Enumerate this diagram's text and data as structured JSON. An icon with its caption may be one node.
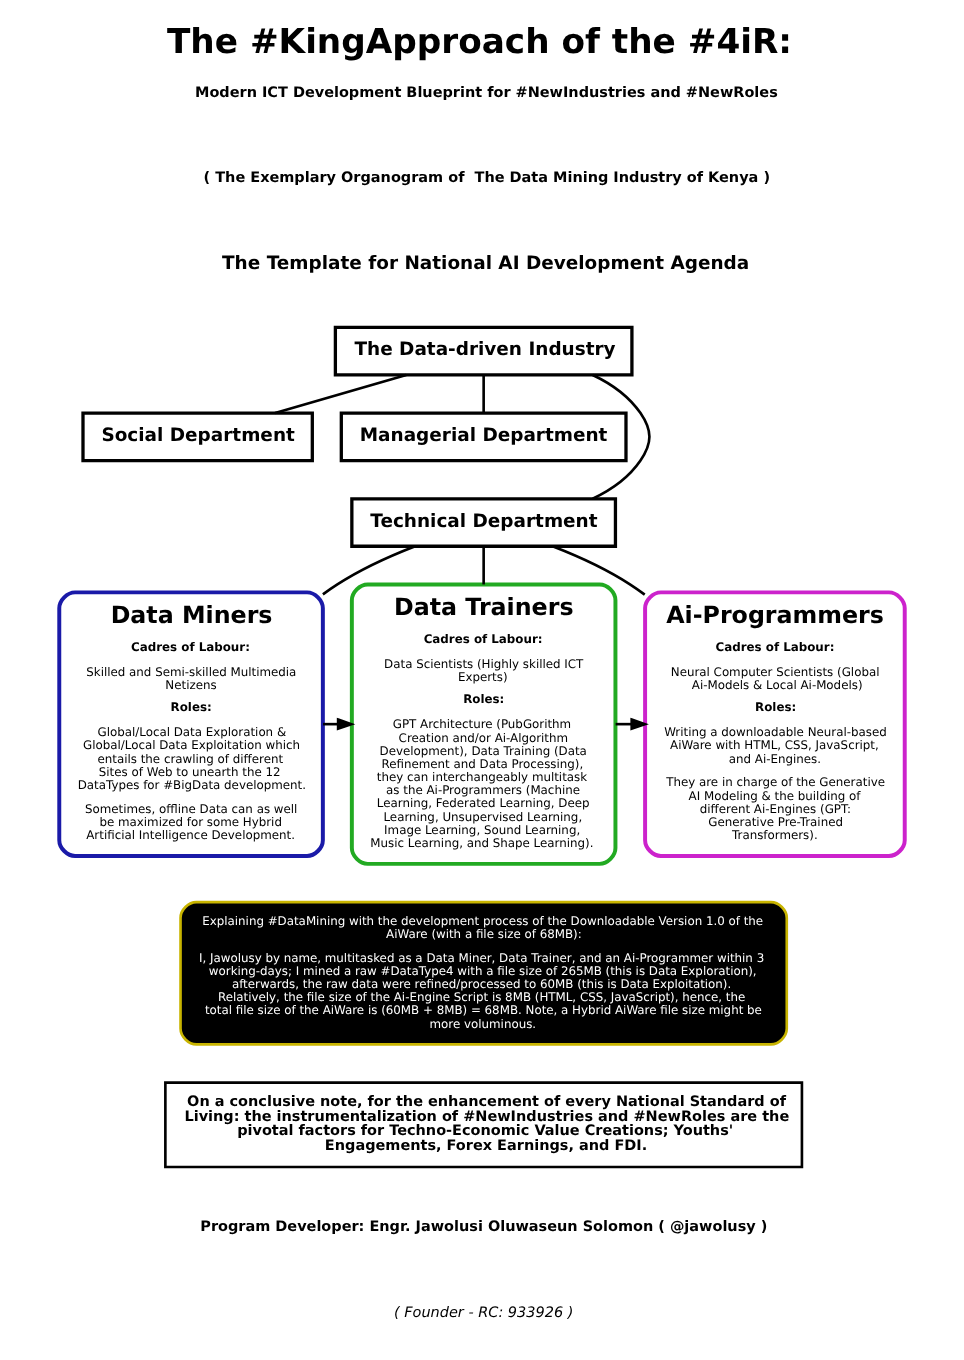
{
  "diagram": {
    "title": "The #KingApproach of the #4iR:",
    "nodes": [
      {
        "text": [
          "The Data-driven Industry"
        ]
      },
      {
        "text": [
          "Social Department"
        ]
      },
      {
        "text": [
          "Managerial Department"
        ]
      },
      {
        "text": [
          "Technical Department"
        ]
      },
      {
        "text": [
          "Data Miners",
          "Cadres of Labour:",
          "Skilled and Semi-skilled Multimedia Netizens",
          "Roles:",
          "Global/Local Data Exploration & Global/Local Data Exploitation which entails the crawling of different Sites of Web to unearth the 12 DataTypes for #BigData development.",
          "Sometimes, offline Data can as well be maximized for some Hybrid Artificial Intelligence Development."
        ]
      },
      {
        "text": [
          "Data Trainers",
          "Cadres of Labour:",
          "Data Scientists (Highly skilled ICT Experts)",
          "Roles:",
          "GPT Architecture (PubGorithm Creation and/or Ai-Algorithm Development), Data Training (Data Refinement and Data Processing), they can interchangeably multitask as the Ai-Programmers (Machine Learning, Federated Learning, Deep Learning, Unsupervised Learning, Image Learning, Sound Learning, Music Learning, and Shape Learning)."
        ]
      },
      {
        "text": [
          "Ai-Programmers",
          "Cadres of Labour:",
          "Neural Computer Scientists (Global Ai-Models & Local Ai-Models)",
          "Roles:",
          "Writing a downloadable Neural-based AiWare with HTML, CSS, JavaScript, and Ai-Engines.",
          "They are in charge of the Generative AI Modeling & the building of different Ai-Engines (GPT: Generative Pre-Trained Transformers)."
        ]
      },
      {
        "text": [
          "Explaining #DataMining with the development process of the Downloadable Version 1.0 of the AiWare (with a file size of 68MB):",
          "I, Jawolusy by name, multitasked as a Data Miner, Data Trainer, and an Ai-Programmer within 3 working-days; I mined a raw #DataType4 with a file size of 265MB (this is Data Exploration), afterwards, the raw data were refined/processed to 60MB (this is Data Exploitation). Relatively, the file size of the Ai-Engine Script is 8MB (HTML, CSS, JavaScript), hence, the total file size of the AiWare is (60MB + 8MB) = 68MB. Note, a Hybrid AiWare file size might be more voluminous."
        ]
      },
      {
        "text": [
          "On a conclusive note, for the enhancement of every National Standard of Living: the instrumentalization of #NewIndustries and #NewRoles are the pivotal factors for Techno-Economic Value Creations; Youths' Engagements, Forex Earnings, and FDI."
        ]
      }
    ],
    "edges": [
      {
        "from": 0,
        "to": 1,
        "arrow": "none"
      },
      {
        "from": 0,
        "to": 2,
        "arrow": "none"
      },
      {
        "from": 0,
        "to": 3,
        "arrow": "none"
      },
      {
        "from": 3,
        "to": 4,
        "arrow": "none"
      },
      {
        "from": 3,
        "to": 5,
        "arrow": "none"
      },
      {
        "from": 3,
        "to": 6,
        "arrow": "none"
      },
      {
        "from": 4,
        "to": 5,
        "arrow": "to"
      },
      {
        "from": 5,
        "to": 6,
        "arrow": "to"
      }
    ],
    "labels": [
      "Modern ICT Development Blueprint for #NewIndustries and #NewRoles",
      "( The Exemplary Organogram of  The Data Mining Industry of Kenya )",
      "The Template for National AI Development Agenda",
      "Program Developer: Engr. Jawolusi Oluwaseun Solomon ( @jawolusy )",
      "( Founder - RC: 933926 )"
    ]
  }
}
